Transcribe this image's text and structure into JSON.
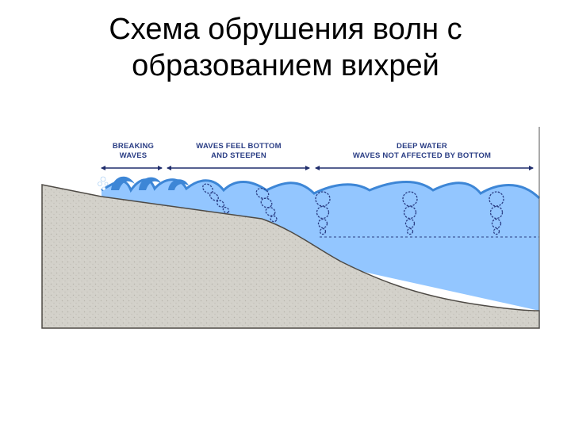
{
  "slide": {
    "title_line1": "Схема обрушения волн с",
    "title_line2": "образованием вихрей"
  },
  "diagram": {
    "zones": [
      {
        "line1": "BREAKING",
        "line2": "WAVES"
      },
      {
        "line1": "WAVES FEEL BOTTOM",
        "line2": "AND STEEPEN"
      },
      {
        "line1": "DEEP WATER",
        "line2": "WAVES NOT AFFECTED BY BOTTOM"
      }
    ],
    "colors": {
      "water": "#93c6ff",
      "wave_crest": "#3d86d6",
      "sand": "#d3d1ca",
      "labels": "#2a3d84",
      "orbits": "#2a3d84"
    }
  }
}
